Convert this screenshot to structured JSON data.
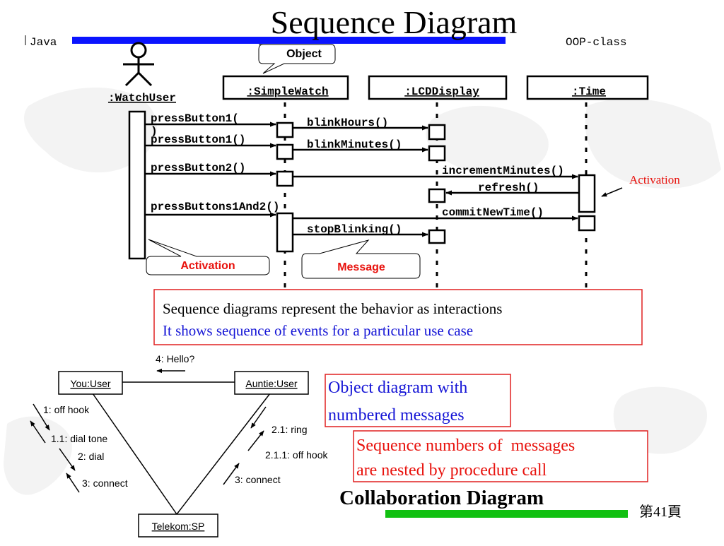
{
  "header": {
    "title": "Sequence Diagram",
    "left_tag": "Java",
    "right_tag": "OOP-class",
    "bar_color": "#0b14ff"
  },
  "sequence": {
    "actor": ":WatchUser",
    "lifelines": [
      ":SimpleWatch",
      ":LCDDisplay",
      ":Time"
    ],
    "messages": [
      "pressButton1(",
      ")",
      "blinkHours()",
      "pressButton1()",
      "blinkMinutes()",
      "pressButton2()",
      "incrementMinutes()",
      "refresh()",
      "pressButtons1And2()",
      "commitNewTime()",
      "stopBlinking()"
    ],
    "callouts": {
      "object": "Object",
      "activation_left": "Activation",
      "message": "Message",
      "activation_right": "Activation"
    }
  },
  "description_box": {
    "line1": "Sequence diagrams represent the behavior as interactions",
    "line2": "It shows sequence of events for a particular use case"
  },
  "collaboration": {
    "objects": [
      "You:User",
      "Auntie:User",
      "Telekom:SP"
    ],
    "messages": [
      "4: Hello?",
      "1: off hook",
      "1.1: dial tone",
      "2: dial",
      "3: connect",
      "2.1: ring",
      "2.1.1: off hook",
      "3: connect"
    ]
  },
  "notes": {
    "object_diagram_line1": "Object diagram with",
    "object_diagram_line2": "numbered messages",
    "nested_line1": "Sequence numbers of  messages",
    "nested_line2": "are nested by procedure call",
    "collab_title": "Collaboration Diagram"
  },
  "footer": {
    "page_label": "第41頁",
    "bar_color": "#11c011"
  },
  "colors": {
    "callout_red": "#e8110c",
    "note_blue": "#1616d6",
    "box_red": "#e02020",
    "text": "#000000"
  }
}
